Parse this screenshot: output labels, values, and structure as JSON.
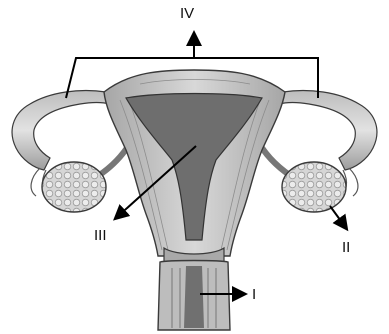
{
  "diagram": {
    "labels": {
      "i": "I",
      "ii": "II",
      "iii": "III",
      "iv": "IV"
    },
    "colors": {
      "tissue": "#c8c8c8",
      "tissue_dark": "#8a8a8a",
      "cavity": "#6e6e6e",
      "ovary": "#d9d9d9",
      "outline": "#3a3a3a",
      "ink": "#000000"
    }
  }
}
